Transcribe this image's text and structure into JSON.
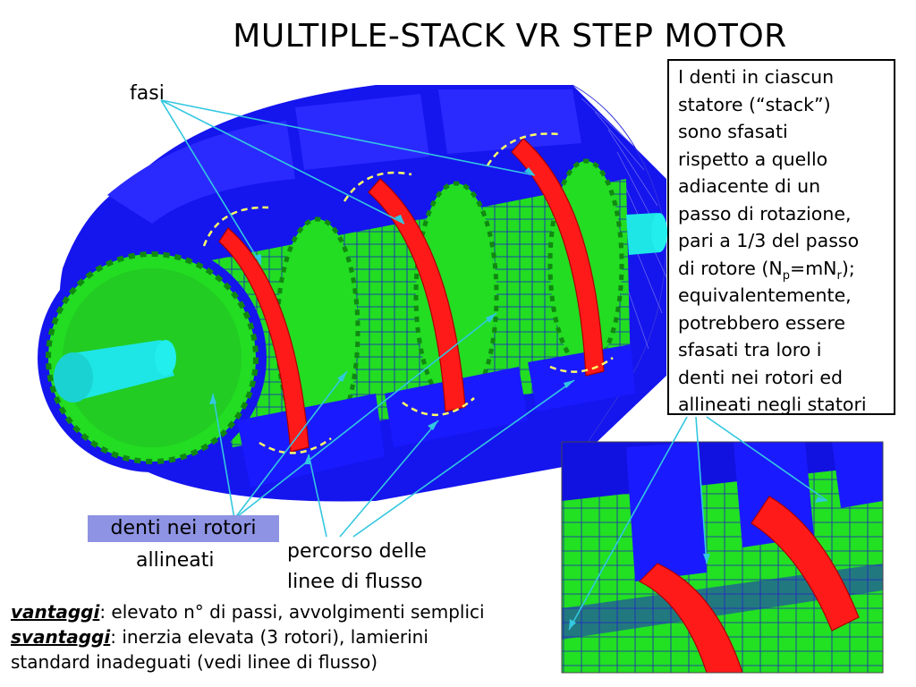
{
  "title": "MULTIPLE-STACK VR STEP MOTOR",
  "description_box": {
    "line1": "I denti in ciascun",
    "line2": "statore (“stack”)",
    "line3": "sono sfasati",
    "line4": "rispetto a quello",
    "line5": "adiacente di un",
    "line6": "passo di rotazione,",
    "line7": "pari a 1/3 del passo",
    "line8_prefix": "di rotore (N",
    "line8_sub_p": "p",
    "line8_mid": "=mN",
    "line8_sub_r": "r",
    "line8_suffix": ");",
    "line9": "equivalentemente,",
    "line10": "potrebbero essere",
    "line11": "sfasati tra loro i",
    "line12": "denti nei rotori ed",
    "line13": "allineati negli statori"
  },
  "labels": {
    "fasi": "fasi",
    "denti_line1": "denti nei rotori",
    "denti_line2": "allineati",
    "flusso_line1": "percorso delle",
    "flusso_line2": "linee di flusso"
  },
  "bottom_text": {
    "vantaggi_label": "vantaggi",
    "vantaggi_text": ": elevato n° di passi, avvolgimenti semplici",
    "svantaggi_label": "svantaggi",
    "svantaggi_text": ": inerzia elevata (3 rotori), lamierini",
    "svantaggi_line2": "standard inadeguati (vedi linee di flusso)"
  },
  "colors": {
    "stator": "#1a1aff",
    "rotor": "#1ee61e",
    "winding": "#ff1a1a",
    "shaft": "#1ee6e6",
    "pointer": "#33c7e0",
    "flux": "#ffff66"
  }
}
